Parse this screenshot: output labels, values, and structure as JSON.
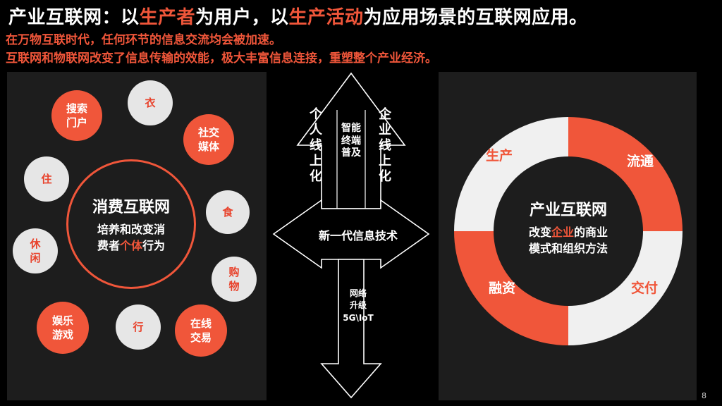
{
  "title": {
    "part1": "产业互联网：以",
    "hl1": "生产者",
    "part2": "为用户，以",
    "hl2": "生产活动",
    "part3": "为应用场景的互联网应用。"
  },
  "subtitles": [
    "在万物互联时代，任何环节的信息交流均会被加速。",
    "互联网和物联网改变了信息传输的效能，极大丰富信息连接，重塑整个产业经济。"
  ],
  "consumer": {
    "title": "消费互联网",
    "desc_line1": "培养和改变消",
    "desc_line2_a": "费者",
    "desc_line2_hl": "个体",
    "desc_line2_b": "行为",
    "circles": [
      {
        "id": "search",
        "line1": "搜索",
        "line2": "门户"
      },
      {
        "id": "clothing",
        "line1": "衣",
        "line2": ""
      },
      {
        "id": "social",
        "line1": "社交",
        "line2": "媒体"
      },
      {
        "id": "housing",
        "line1": "住",
        "line2": ""
      },
      {
        "id": "food",
        "line1": "食",
        "line2": ""
      },
      {
        "id": "leisure",
        "line1": "休",
        "line2": "闲"
      },
      {
        "id": "shopping",
        "line1": "购",
        "line2": "物"
      },
      {
        "id": "entertainment",
        "line1": "娱乐",
        "line2": "游戏"
      },
      {
        "id": "travel",
        "line1": "行",
        "line2": ""
      },
      {
        "id": "online-trade",
        "line1": "在线",
        "line2": "交易"
      }
    ]
  },
  "arrows": {
    "left_up": "个人线上化",
    "center_up": "智能终端普及",
    "right_up": "企业线上化",
    "center_label": "新一代信息技术",
    "down_line1": "网络",
    "down_line2": "升级",
    "down_line3": "5G\\IoT"
  },
  "industrial": {
    "title": "产业互联网",
    "desc_line1_a": "改变",
    "desc_line1_hl": "企业",
    "desc_line1_b": "的商业",
    "desc_line2": "模式和组织方法",
    "segments": [
      {
        "label": "生产",
        "color": "#f0f0f0",
        "text_color": "#f0563a"
      },
      {
        "label": "流通",
        "color": "#f0563a",
        "text_color": "#ffffff"
      },
      {
        "label": "交付",
        "color": "#f0f0f0",
        "text_color": "#f0563a"
      },
      {
        "label": "融资",
        "color": "#f0563a",
        "text_color": "#ffffff"
      }
    ]
  },
  "page_number": "8",
  "colors": {
    "accent": "#f0563a",
    "panel": "#1d1d1d",
    "light": "#e6e6e6"
  }
}
